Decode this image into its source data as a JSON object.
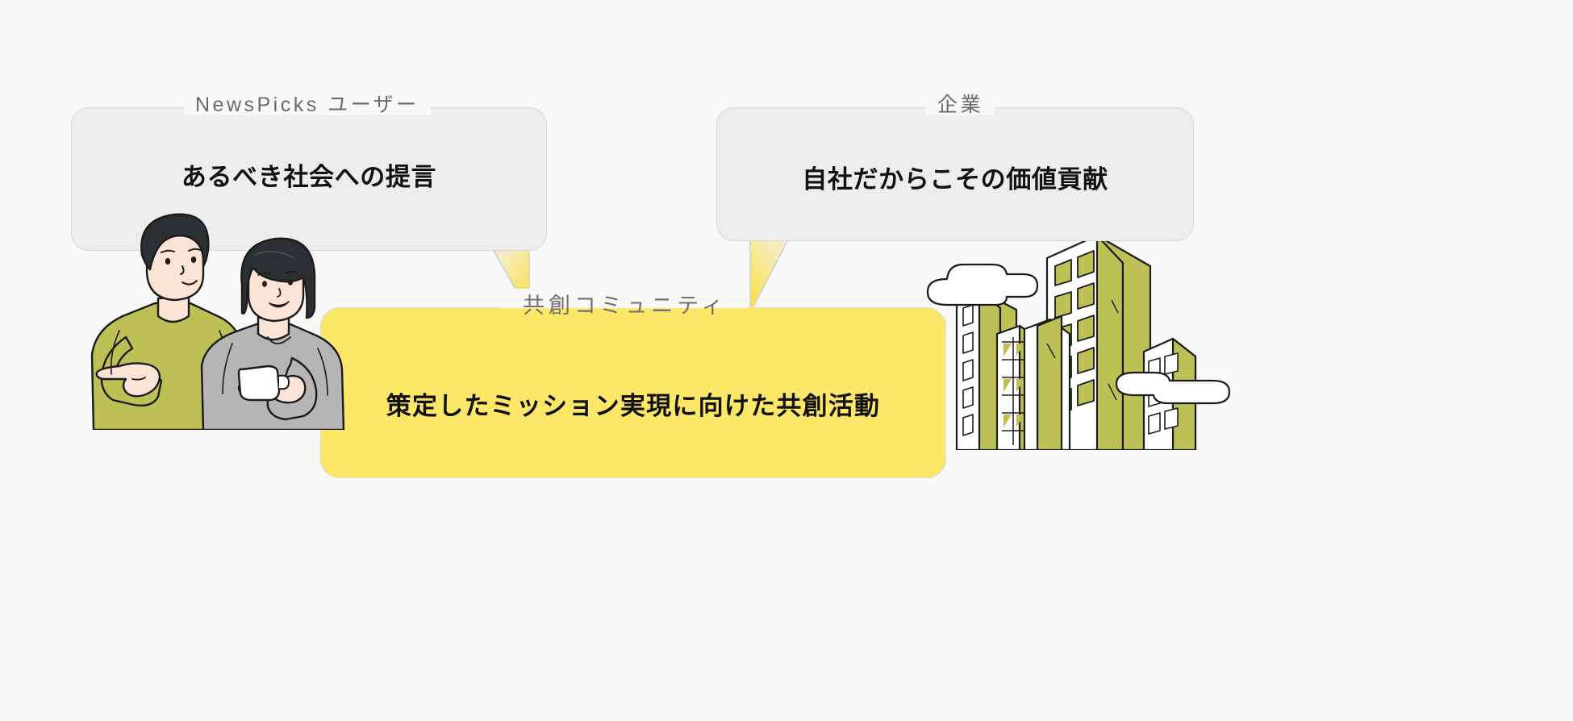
{
  "page": {
    "background_color": "#f8f8f8",
    "title": "共創コミュニティ 図解"
  },
  "colors": {
    "bubble_fill": "#ededed",
    "bubble_border": "#d7d7d7",
    "accent_yellow": "#fde768",
    "tail_gradient_from": "#e6e6e6",
    "tail_gradient_to": "#fbe04f",
    "label_gray": "#6a6a6a",
    "body_text": "#121212",
    "illustration_olive": "#bcc055",
    "illustration_gray_shirt": "#b5b5b5",
    "illustration_skin": "#fbe3d5",
    "illustration_hair": "#2b3033",
    "illustration_outline": "#1b1b1b"
  },
  "bubbles": [
    {
      "id": "user",
      "label": "NewsPicks ユーザー",
      "text": "あるべき社会への提言",
      "tail_direction": "down-right"
    },
    {
      "id": "company",
      "label": "企業",
      "text": "自社だからこその価値貢献",
      "tail_direction": "down-left"
    }
  ],
  "community": {
    "label": "共創コミュニティ",
    "text": "策定したミッション実現に向けた共創活動"
  },
  "illustrations": {
    "left": {
      "name": "two-people-illustration",
      "description": "男性（オリーブ色のシャツ・指差し）と女性（グレーのシャツ・カップを持つ）"
    },
    "right": {
      "name": "city-buildings-illustration",
      "description": "オリーブ色のビル群と白い雲"
    }
  }
}
